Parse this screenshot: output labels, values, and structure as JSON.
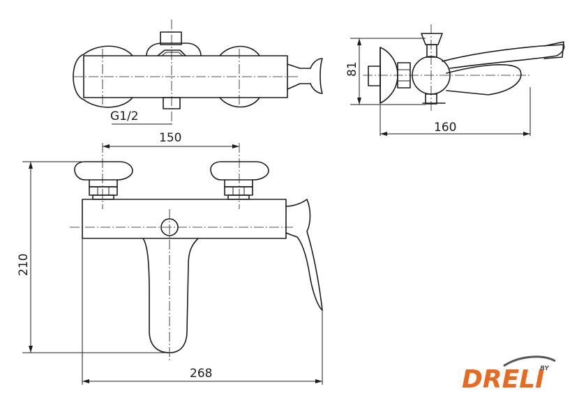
{
  "dimensions": {
    "thread": "G1/2",
    "top_center_distance": "150",
    "side_height": "81",
    "side_depth": "160",
    "front_height": "210",
    "front_width": "268"
  },
  "logo": {
    "text": "DRELI",
    "by": "BY",
    "brand_color": "#e8691f",
    "dark_color": "#555555"
  }
}
